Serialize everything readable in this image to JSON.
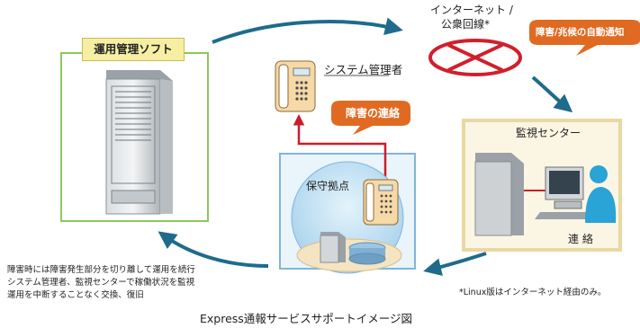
{
  "diagram": {
    "software_label": "運用管理ソフト",
    "internet_label_line1": "インターネット /",
    "internet_label_line2": "公衆回線*",
    "failure_notice_bubble": "障害/兆候の自動通知",
    "sysadmin_label": "システム管理者",
    "failure_contact_bubble": "障害の連絡",
    "monitoring_center_label": "監視センター",
    "contact_label": "連 絡",
    "maintenance_site_label": "保守拠点",
    "description_lines": [
      "障害時には障害発生部分を切り離して運用を続行",
      "システム管理者、監視センターで稼働状況を監視",
      "運用を中断することなく交換、復旧"
    ],
    "footnote": "*Linux版はインターネット経由のみ。",
    "caption": "Express通報サービスサポートイメージ図"
  },
  "colors": {
    "arrow_blue": "#1f6b8c",
    "bubble_orange": "#e06a22",
    "contact_red": "#cc1d2a",
    "software_border": "#8cc85a",
    "site_border": "#7fb6d9",
    "center_border": "#ead8a3"
  },
  "icons": [
    "server-icon",
    "telephone-icon",
    "disconnected-network-icon",
    "server-small-icon",
    "computer-icon",
    "person-icon",
    "storage-icon"
  ]
}
